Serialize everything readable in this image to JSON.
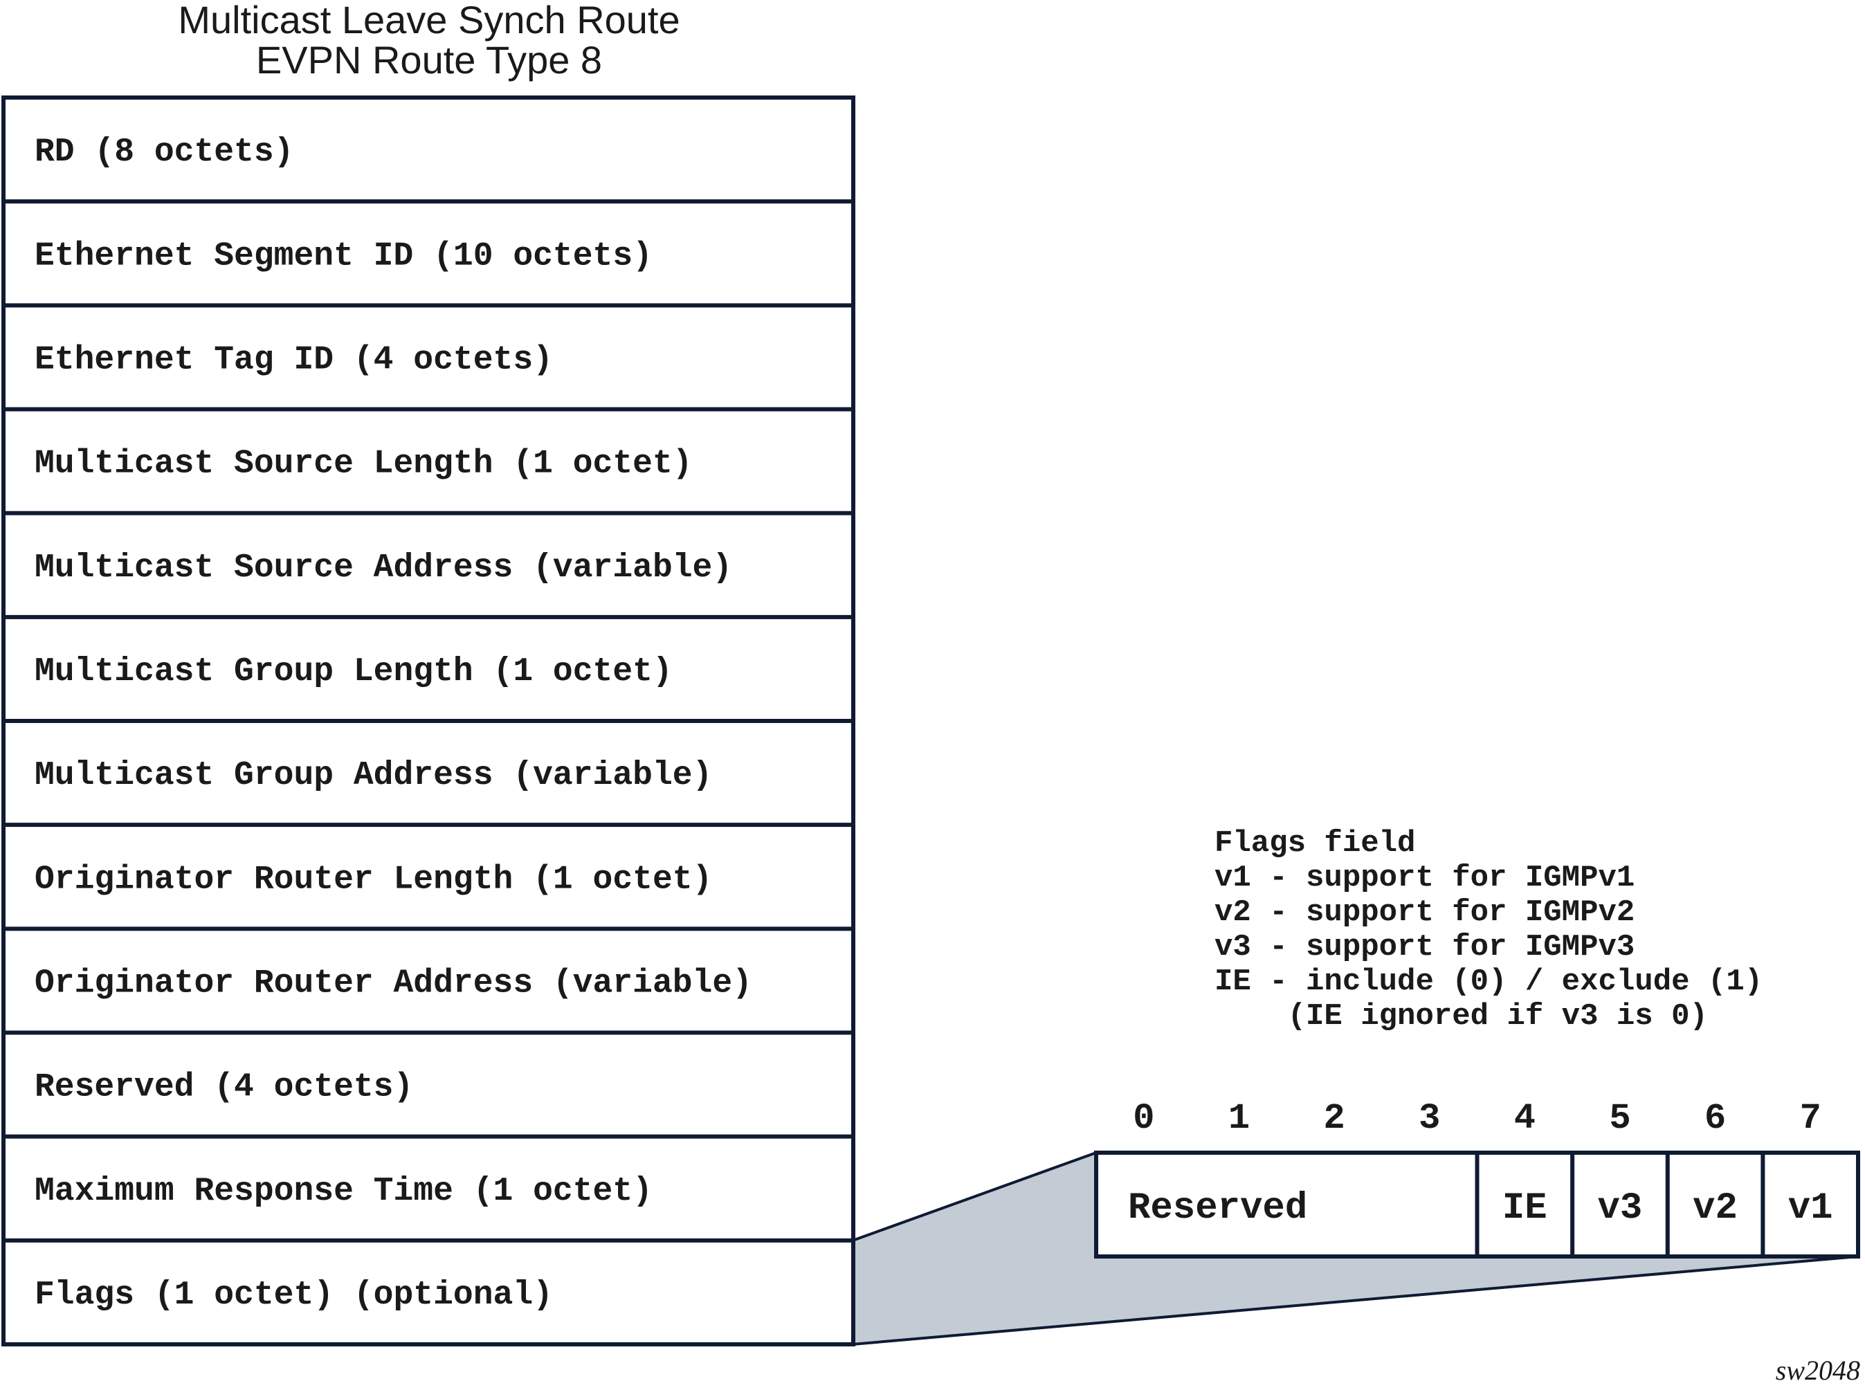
{
  "title": {
    "line1": "Multicast Leave Synch Route",
    "line2": "EVPN Route Type 8"
  },
  "fields": [
    "RD (8 octets)",
    "Ethernet Segment ID (10 octets)",
    "Ethernet Tag ID (4 octets)",
    "Multicast Source Length (1 octet)",
    "Multicast Source Address (variable)",
    "Multicast Group Length (1 octet)",
    "Multicast Group Address (variable)",
    "Originator Router Length (1 octet)",
    "Originator Router Address (variable)",
    "Reserved (4 octets)",
    "Maximum Response Time (1 octet)",
    "Flags (1 octet) (optional)"
  ],
  "legend": {
    "lines": [
      "Flags field",
      "v1 - support for IGMPv1",
      "v2 - support for IGMPv2",
      "v3 - support for IGMPv3",
      "IE - include (0) / exclude (1)",
      "    (IE ignored if v3 is 0)"
    ]
  },
  "flags_bits": {
    "numbers": [
      "0",
      "1",
      "2",
      "3",
      "4",
      "5",
      "6",
      "7"
    ],
    "cells": [
      {
        "label": "Reserved",
        "bits": 4
      },
      {
        "label": "IE",
        "bits": 1
      },
      {
        "label": "v3",
        "bits": 1
      },
      {
        "label": "v2",
        "bits": 1
      },
      {
        "label": "v1",
        "bits": 1
      }
    ]
  },
  "figure_id": "sw2048"
}
